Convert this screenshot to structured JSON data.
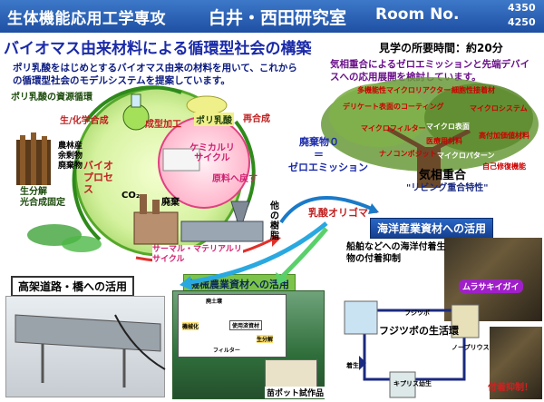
{
  "header": {
    "course": "生体機能応用工学専攻",
    "lab": "白井・西田研究室",
    "room_label": "Room No.",
    "room_numbers": [
      "4350",
      "4250"
    ]
  },
  "title": {
    "main": "バイオマス由来材料による循環型社会の構築",
    "visit_time": "見学の所要時間：約20分"
  },
  "intro": {
    "left": "ポリ乳酸をはじめとするバイオマス由来の材料を用いて、これからの循環型社会のモデルシステムを提案しています。",
    "right": "気相重合によるゼロエミッションと先端デバイスへの応用展開を検討しています。"
  },
  "cycle": {
    "title": "ポリ乳酸の資源循環",
    "bio_synthesis": "生/化学合成",
    "molding": "成型加工",
    "polylactic": "ポリ乳酸",
    "resynthesis": "再合成",
    "chemical_recycle": "ケミカルリサイクル",
    "back_to_raw": "原料へ戻す",
    "bioprocess": "バイオプロセス",
    "biodegrade": "生分解",
    "photosynthesis": "光合成固定",
    "co2": "CO₂",
    "waste": "廃棄",
    "biomass": [
      "農林産",
      "余剰物",
      "廃棄物"
    ],
    "other_resin": "他の樹脂",
    "thermal_recycle": "サーマル・マテリアルリサイクル"
  },
  "tree": {
    "labels": [
      "多機能性マイクロリアクター",
      "細胞性接着材",
      "デリケート表面のコーティング",
      "マイクロシステム",
      "マイクロフィルター",
      "ナノコンポジット",
      "マイクロパターン",
      "マイクロ表面",
      "自己修復機能",
      "高付加価値材料",
      "医療用材料"
    ],
    "name": "気相重合",
    "subtitle": "\"リビング重合特性\""
  },
  "waste_chain": {
    "zero_waste": "廃棄物０",
    "equals": "＝",
    "zero_emission": "ゼロエミッション",
    "oligomer": "乳酸オリゴマー"
  },
  "marine": {
    "title": "海洋産業資材への活用",
    "desc": "船舶などへの海洋付着生物の付着抑制",
    "species_badge": "ムラサキイガイ",
    "cycle_title": "フジツボの生活環",
    "stages": [
      "フジツボ",
      "ノープリウス幼生",
      "キプリス幼生",
      "着生"
    ],
    "suppress": "付着抑制！"
  },
  "bridge": {
    "title": "高架道路・橋への活用"
  },
  "agri": {
    "title": "機械農業資材への活用",
    "diagram_labels": [
      "廃土壌",
      "機械化",
      "使用済資材",
      "生分解",
      "フィルター"
    ],
    "pot_caption": "苗ポット試作品"
  }
}
